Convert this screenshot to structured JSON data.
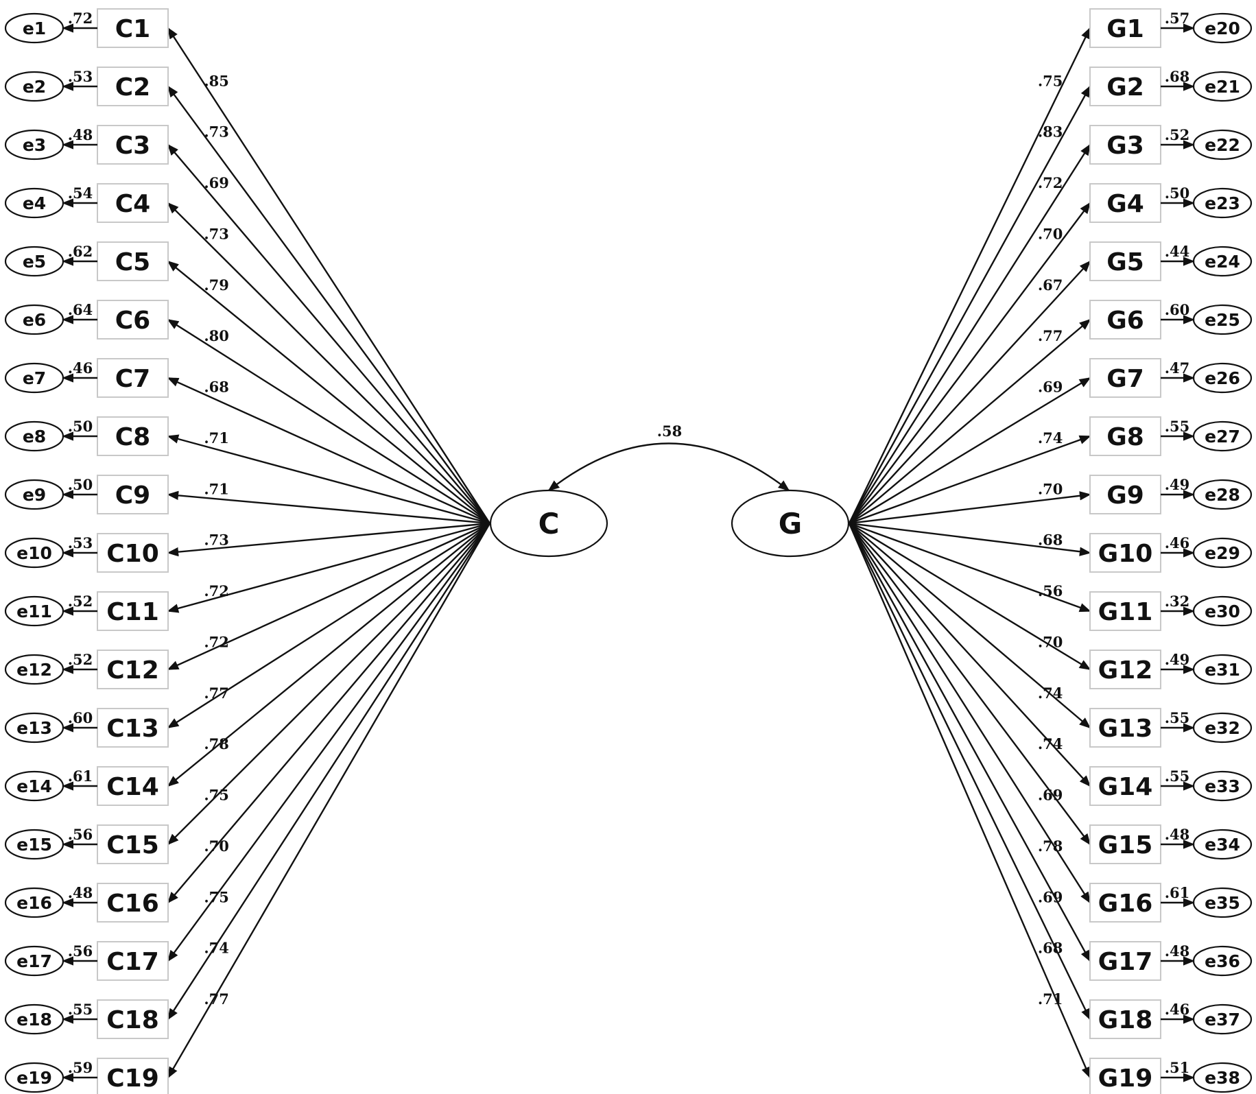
{
  "latents": [
    {
      "id": "C",
      "label": "C"
    },
    {
      "id": "G",
      "label": "G"
    }
  ],
  "correlation": {
    "value": ".58"
  },
  "left_items": [
    {
      "label": "C1",
      "loading": ".85",
      "error": "e1",
      "error_coef": ".72"
    },
    {
      "label": "C2",
      "loading": ".73",
      "error": "e2",
      "error_coef": ".53"
    },
    {
      "label": "C3",
      "loading": ".69",
      "error": "e3",
      "error_coef": ".48"
    },
    {
      "label": "C4",
      "loading": ".73",
      "error": "e4",
      "error_coef": ".54"
    },
    {
      "label": "C5",
      "loading": ".79",
      "error": "e5",
      "error_coef": ".62"
    },
    {
      "label": "C6",
      "loading": ".80",
      "error": "e6",
      "error_coef": ".64"
    },
    {
      "label": "C7",
      "loading": ".68",
      "error": "e7",
      "error_coef": ".46"
    },
    {
      "label": "C8",
      "loading": ".71",
      "error": "e8",
      "error_coef": ".50"
    },
    {
      "label": "C9",
      "loading": ".71",
      "error": "e9",
      "error_coef": ".50"
    },
    {
      "label": "C10",
      "loading": ".73",
      "error": "e10",
      "error_coef": ".53"
    },
    {
      "label": "C11",
      "loading": ".72",
      "error": "e11",
      "error_coef": ".52"
    },
    {
      "label": "C12",
      "loading": ".72",
      "error": "e12",
      "error_coef": ".52"
    },
    {
      "label": "C13",
      "loading": ".77",
      "error": "e13",
      "error_coef": ".60"
    },
    {
      "label": "C14",
      "loading": ".78",
      "error": "e14",
      "error_coef": ".61"
    },
    {
      "label": "C15",
      "loading": ".75",
      "error": "e15",
      "error_coef": ".56"
    },
    {
      "label": "C16",
      "loading": ".70",
      "error": "e16",
      "error_coef": ".48"
    },
    {
      "label": "C17",
      "loading": ".75",
      "error": "e17",
      "error_coef": ".56"
    },
    {
      "label": "C18",
      "loading": ".74",
      "error": "e18",
      "error_coef": ".55"
    },
    {
      "label": "C19",
      "loading": ".77",
      "error": "e19",
      "error_coef": ".59"
    }
  ],
  "right_items": [
    {
      "label": "G1",
      "loading": ".75",
      "error": "e20",
      "error_coef": ".57"
    },
    {
      "label": "G2",
      "loading": ".83",
      "error": "e21",
      "error_coef": ".68"
    },
    {
      "label": "G3",
      "loading": ".72",
      "error": "e22",
      "error_coef": ".52"
    },
    {
      "label": "G4",
      "loading": ".70",
      "error": "e23",
      "error_coef": ".50"
    },
    {
      "label": "G5",
      "loading": ".67",
      "error": "e24",
      "error_coef": ".44"
    },
    {
      "label": "G6",
      "loading": ".77",
      "error": "e25",
      "error_coef": ".60"
    },
    {
      "label": "G7",
      "loading": ".69",
      "error": "e26",
      "error_coef": ".47"
    },
    {
      "label": "G8",
      "loading": ".74",
      "error": "e27",
      "error_coef": ".55"
    },
    {
      "label": "G9",
      "loading": ".70",
      "error": "e28",
      "error_coef": ".49"
    },
    {
      "label": "G10",
      "loading": ".68",
      "error": "e29",
      "error_coef": ".46"
    },
    {
      "label": "G11",
      "loading": ".56",
      "error": "e30",
      "error_coef": ".32"
    },
    {
      "label": "G12",
      "loading": ".70",
      "error": "e31",
      "error_coef": ".49"
    },
    {
      "label": "G13",
      "loading": ".74",
      "error": "e32",
      "error_coef": ".55"
    },
    {
      "label": "G14",
      "loading": ".74",
      "error": "e33",
      "error_coef": ".55"
    },
    {
      "label": "G15",
      "loading": ".69",
      "error": "e34",
      "error_coef": ".48"
    },
    {
      "label": "G16",
      "loading": ".78",
      "error": "e35",
      "error_coef": ".61"
    },
    {
      "label": "G17",
      "loading": ".69",
      "error": "e36",
      "error_coef": ".48"
    },
    {
      "label": "G18",
      "loading": ".68",
      "error": "e37",
      "error_coef": ".46"
    },
    {
      "label": "G19",
      "loading": ".71",
      "error": "e38",
      "error_coef": ".51"
    }
  ]
}
